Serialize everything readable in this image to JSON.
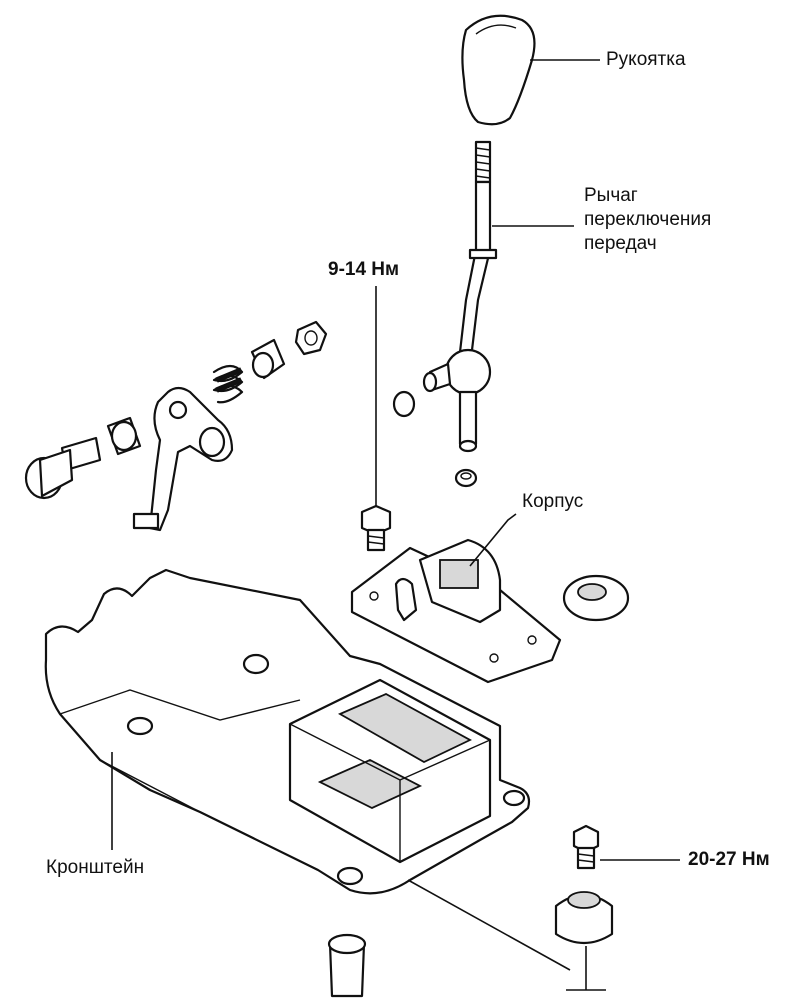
{
  "labels": {
    "knob": "Рукоятка",
    "lever_lines": [
      "Рычаг",
      "переключения",
      "передач"
    ],
    "housing": "Корпус",
    "bracket": "Кронштейн",
    "torque_upper": "9-14 Нм",
    "torque_lower": "20-27 Нм"
  }
}
